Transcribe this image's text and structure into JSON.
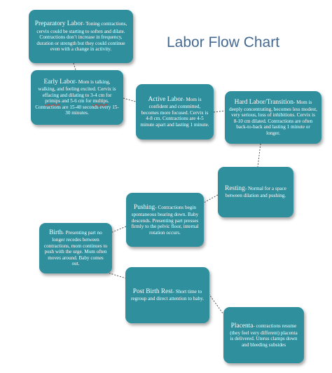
{
  "title": "Labor Flow Chart",
  "nodes": {
    "preparatory": {
      "title": "Preparatory Labor",
      "text": "Toning contractions, cervix could be starting to soften and dilate. Contractions don’t increase in frequency, duration or strength but they could continue even with a change in activity."
    },
    "early": {
      "title": "Early Labor",
      "text_a": "Mom is talking, walking, and feeling excited. Cervix is effacing and dilating to 3-4 cm for ",
      "word_a": "primips",
      "text_b": " and 5-6 cm for ",
      "word_b": "multips",
      "text_c": ". Contractions are 15-40 seconds every 15-30 minutes."
    },
    "active": {
      "title": "Active Labor",
      "text": "Mom is confident and committed, becomes more focused. Cervix is 4-8 cm. Contractions are 4-5 minute apart and lasting 1 minute."
    },
    "transition": {
      "title": "Hard Labor/Transition",
      "text": "Mom is deeply concentrating, becomes less modest, very serious, loss of inhibitions. Cervix is 8-10 cm dilated. Contractions are often back-to-back and lasting 1 minute or longer."
    },
    "resting": {
      "title": "Resting",
      "text": "Normal for a space between dilation and pushing."
    },
    "pushing": {
      "title": "Pushing",
      "text": "Contractions begin spontaneous bearing down.  Baby descends. Presenting part presses firmly to the pelvic floor, internal rotation occurs."
    },
    "birth": {
      "title": "Birth",
      "text": "Presenting part no longer recedes between contractions, mom continues to push with the urge. Mom often moves around. Baby comes out."
    },
    "postbirth": {
      "title": "Post Birth Rest",
      "text": "Short time to regroup and direct attention to baby."
    },
    "placenta": {
      "title": "Placenta",
      "text": "contractions resume (they feel very different) placenta is delivered. Uterus clamps down and bleeding subsides"
    }
  },
  "colors": {
    "node_fill": "#2f8f9d",
    "title_text": "#456a92",
    "connector": "#555555"
  }
}
